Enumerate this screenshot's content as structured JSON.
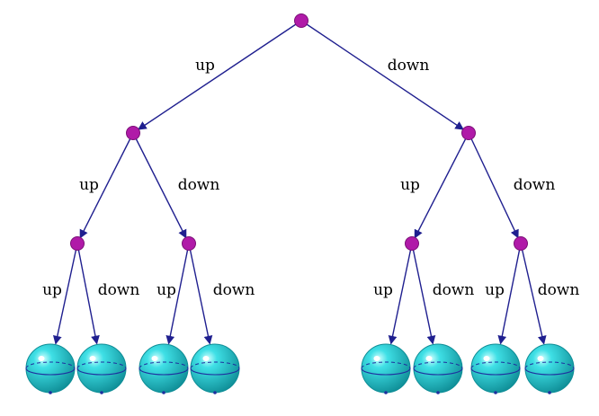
{
  "diagram": {
    "type": "binary-tree",
    "depth": 3,
    "colors": {
      "edge": "#1f1f8f",
      "node": "#b01aa8",
      "node_stroke": "#7a0f76",
      "leaf_sphere": "#22c8cf",
      "leaf_sphere_dark": "#0f8e97",
      "leaf_equator": "#1f2f9f"
    },
    "branch_labels": {
      "left": "up",
      "right": "down"
    },
    "node_shape": "small-circle",
    "leaf_shape": "sphere"
  }
}
